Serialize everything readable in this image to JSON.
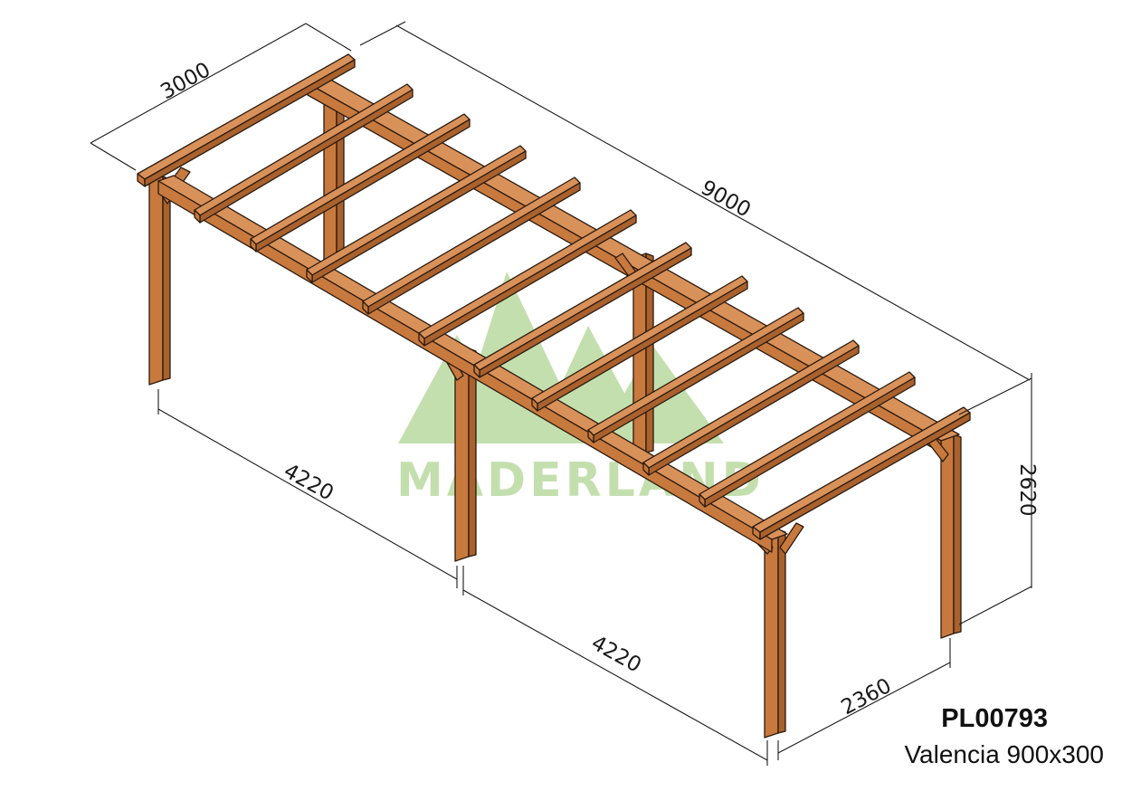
{
  "product": {
    "code": "PL00793",
    "model_name": "Valencia 900x300"
  },
  "watermark": {
    "brand": "MADERLAND"
  },
  "dimensions": {
    "width_top": "3000",
    "length_top": "9000",
    "post_spacing_1": "4220",
    "post_spacing_2": "4220",
    "depth_posts": "2360",
    "height": "2620"
  },
  "colors": {
    "wood": "#c8793e",
    "watermark": "#c4dfae"
  }
}
